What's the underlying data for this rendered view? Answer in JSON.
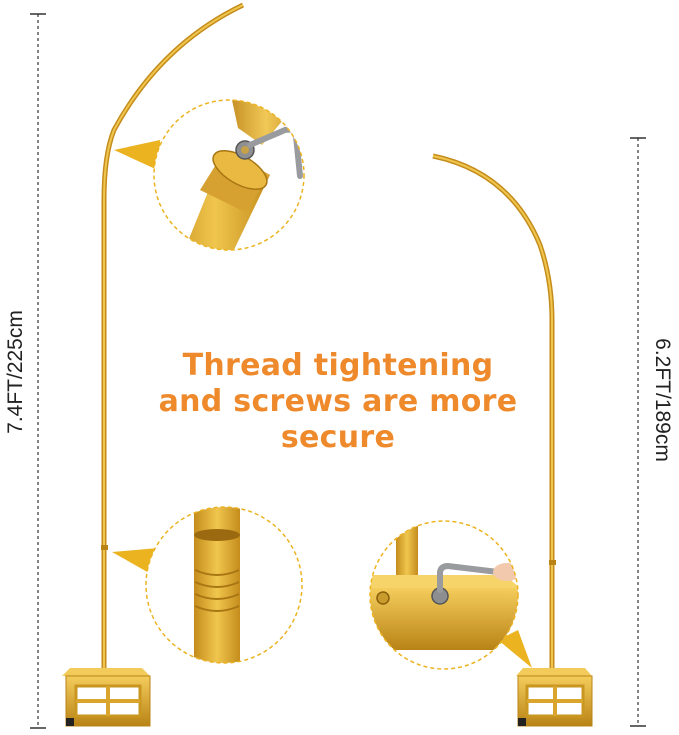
{
  "headline": {
    "line1": "Thread tightening",
    "line2": "and screws are more",
    "line3": "secure"
  },
  "dimensions": {
    "tall_stand": "7.4FT/225cm",
    "short_stand": "6.2FT/189cm"
  },
  "colors": {
    "accent_text": "#ee8a2c",
    "gold": "#e2ae2e",
    "gold_dark": "#b98316",
    "gold_light": "#f6d46a",
    "dimension_line": "#333333"
  }
}
